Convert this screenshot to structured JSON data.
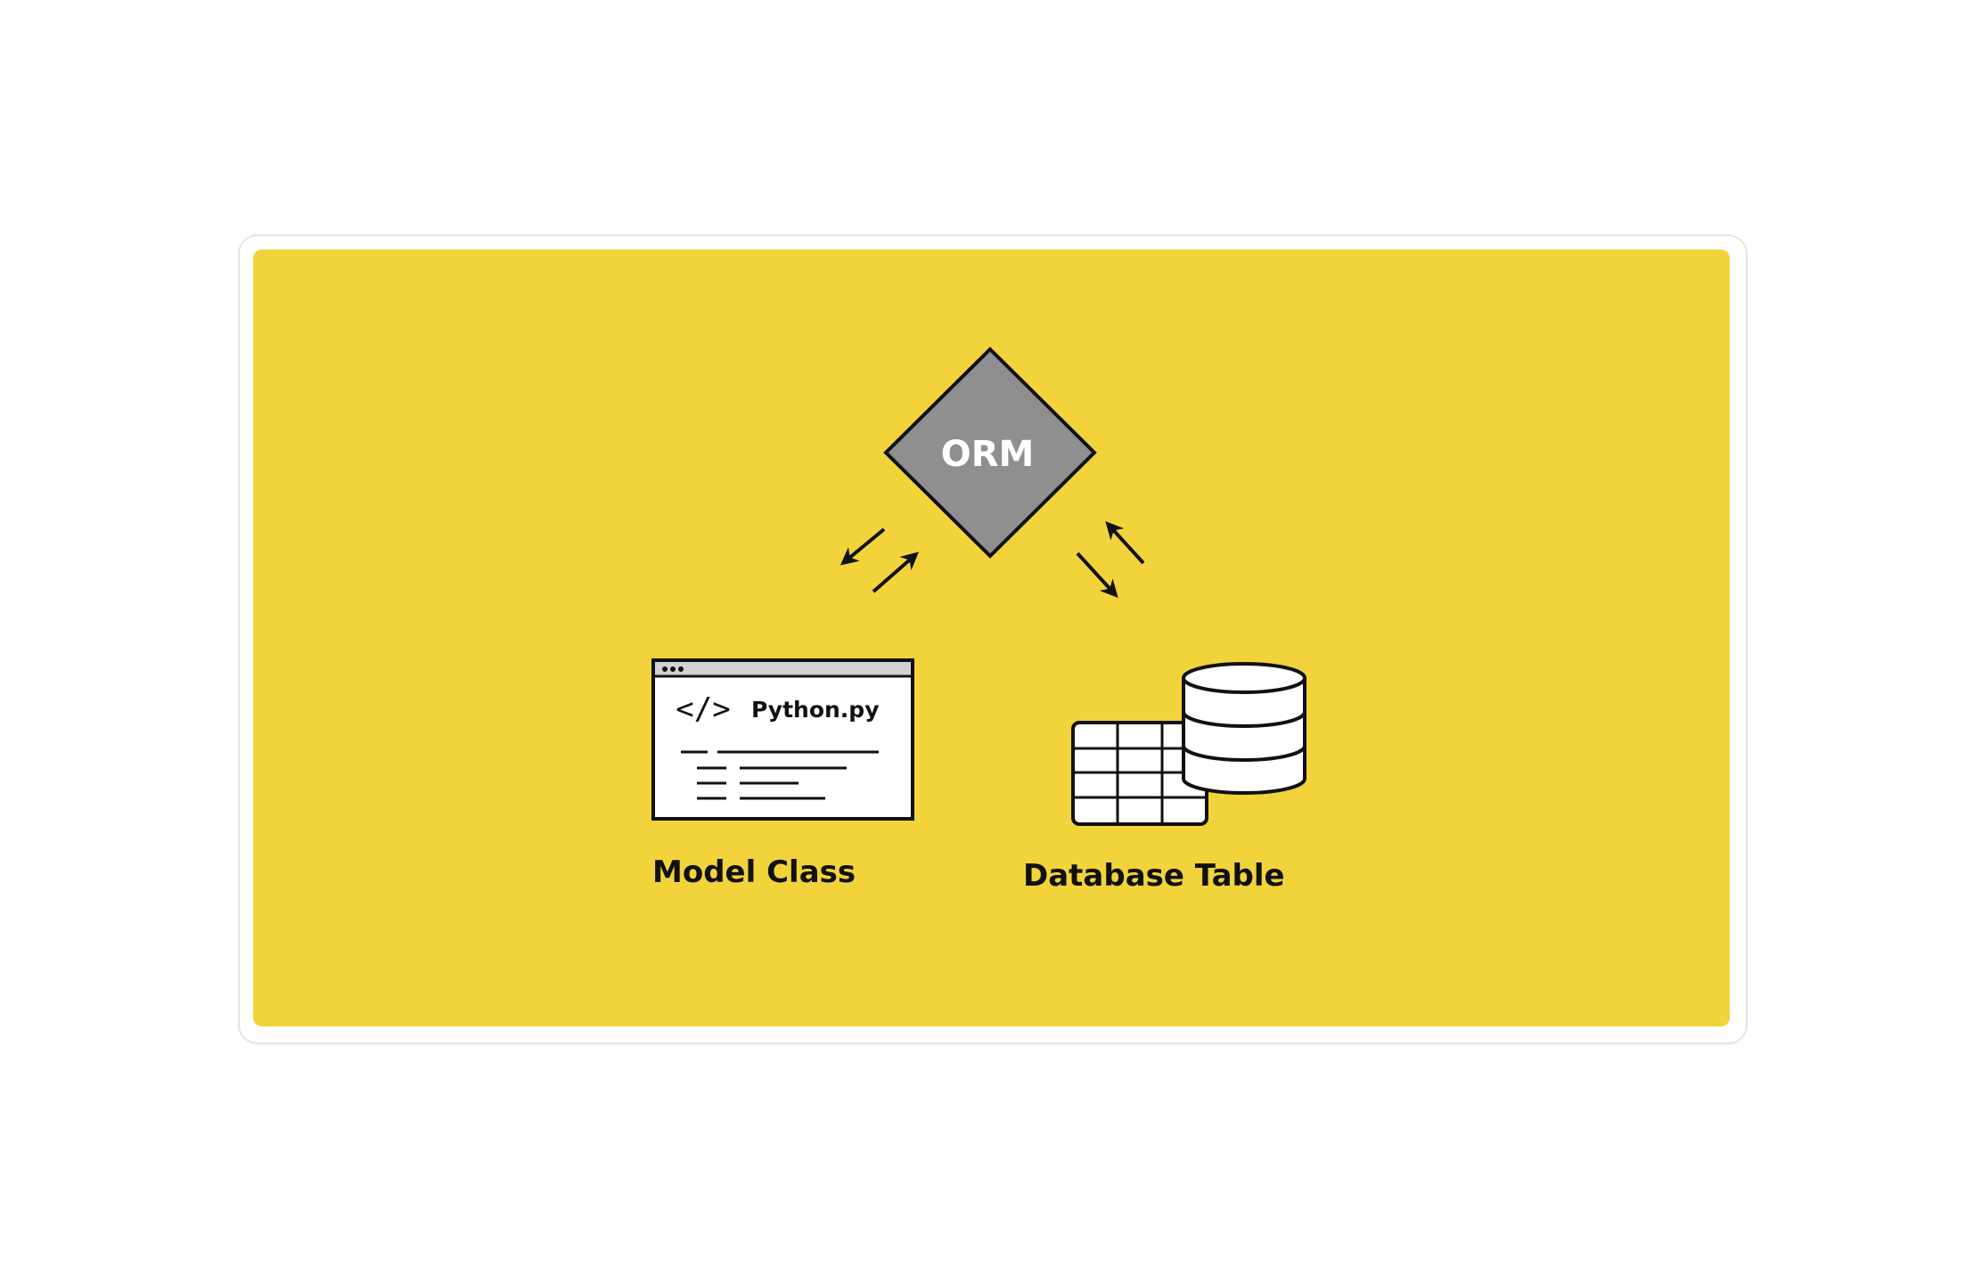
{
  "colors": {
    "background": "#ffffff",
    "panel": "#f2d33b",
    "diamond_fill": "#8f8f8f",
    "stroke": "#111111",
    "text_light": "#ffffff",
    "text_dark": "#111111"
  },
  "diagram": {
    "center_node": {
      "label": "ORM",
      "shape": "diamond"
    },
    "left_node": {
      "file_name": "Python.py",
      "code_icon": "</>",
      "caption": "Model Class",
      "icon": "code-window-icon"
    },
    "right_node": {
      "caption": "Database Table",
      "icon": "database-table-icon"
    },
    "connections": [
      {
        "from": "ORM",
        "to": "Model Class",
        "direction": "bidirectional"
      },
      {
        "from": "ORM",
        "to": "Database Table",
        "direction": "bidirectional"
      }
    ]
  }
}
